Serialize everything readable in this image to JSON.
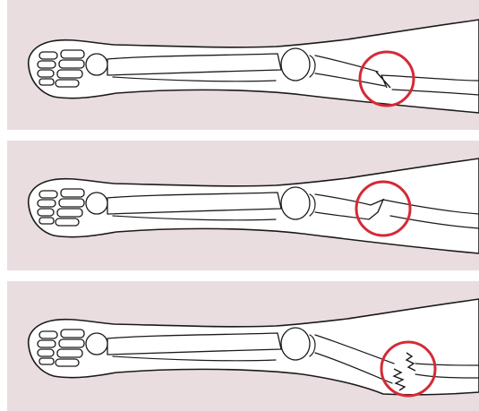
{
  "colors": {
    "panel_bg": "#e9dde0",
    "outline": "#1a1a1a",
    "limb_fill": "#ffffff",
    "marker": "#d42a35"
  },
  "panels": [
    {
      "fracture": "oblique-fracture"
    },
    {
      "fracture": "displaced-fracture"
    },
    {
      "fracture": "comminuted-fracture"
    }
  ],
  "icons": [
    "foot-skeleton-icon",
    "fracture-circle-icon"
  ]
}
